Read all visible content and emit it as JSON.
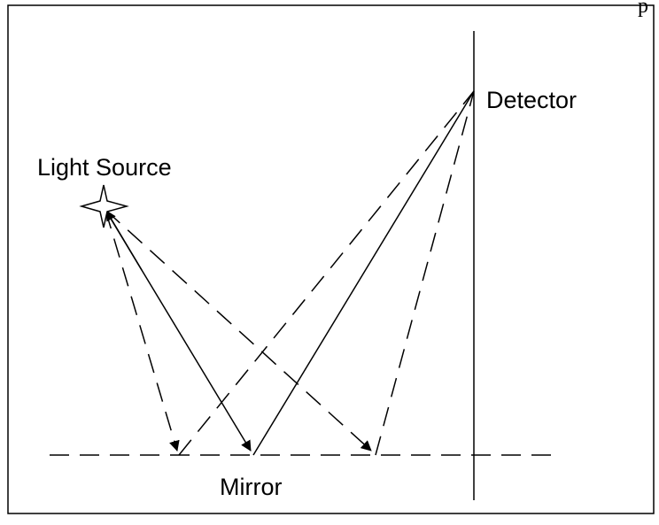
{
  "labels": {
    "detector": "Detector",
    "light_source": "Light Source",
    "mirror": "Mirror"
  },
  "corner_fragment": "p",
  "colors": {
    "line": "#000000",
    "background": "#ffffff"
  }
}
